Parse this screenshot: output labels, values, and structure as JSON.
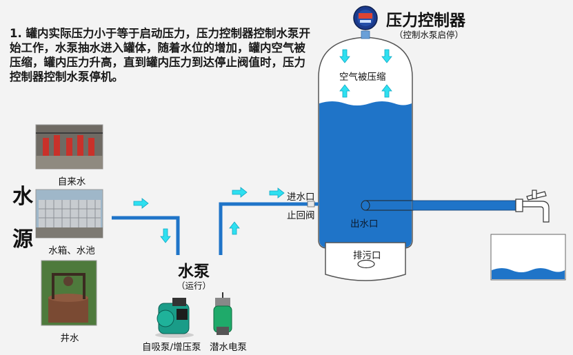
{
  "description": "1. 罐内实际压力小于等于启动压力，压力控制器控制水泵开始工作，水泵抽水进入罐体，随着水位的增加，罐内空气被压缩，罐内压力升高，直到罐内压力到达停止阀值时，压力控制器控制水泵停机。",
  "water_source": {
    "char1": "水",
    "char2": "源",
    "items": [
      {
        "label": "自来水",
        "icon": "pump-room-photo"
      },
      {
        "label": "水箱、水池",
        "icon": "water-tank-photo"
      },
      {
        "label": "井水",
        "icon": "well-photo"
      }
    ]
  },
  "pump": {
    "title": "水泵",
    "status": "（运行）",
    "types": [
      {
        "label": "自吸泵/增压泵",
        "icon": "booster-pump-icon"
      },
      {
        "label": "潜水电泵",
        "icon": "submersible-pump-icon"
      }
    ]
  },
  "controller": {
    "title": "压力控制器",
    "subtitle": "（控制水泵启停）",
    "icon": "pressure-gauge-icon"
  },
  "tank": {
    "air_label": "空气被压缩",
    "inlet_label": "进水口",
    "check_valve_label": "止回阀",
    "outlet_label": "出水口",
    "drain_label": "排污口"
  },
  "colors": {
    "water": "#1f74c8",
    "pipe": "#1f74c8",
    "arrow": "#2ee0f0",
    "tank_border": "#555555",
    "background": "#f3f3f3"
  }
}
